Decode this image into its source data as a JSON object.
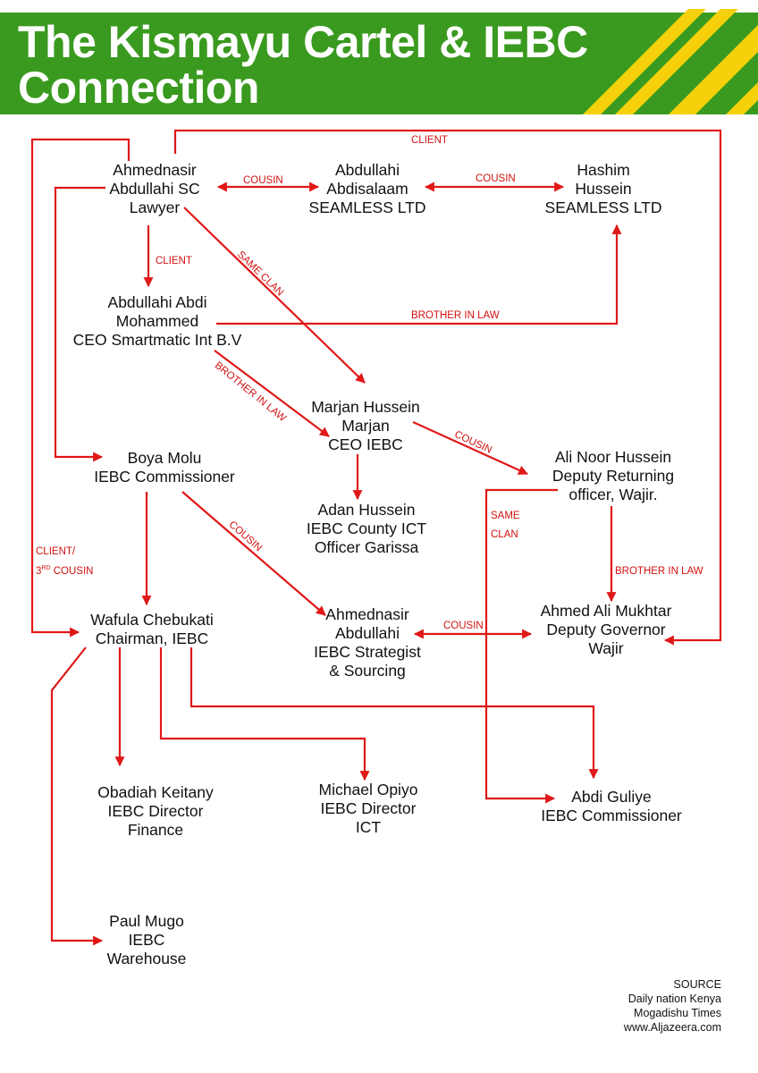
{
  "title": {
    "line1": "The Kismayu Cartel & IEBC",
    "line2": "Connection"
  },
  "colors": {
    "header_green": "#3a9a1f",
    "stripe_yellow": "#f4d10a",
    "link_red": "#e01818",
    "text_white": "#ffffff"
  },
  "nodes": {
    "ahmednasir_sc": [
      "Ahmednasir",
      "Abdullahi SC",
      "Lawyer"
    ],
    "abdullahi_abdisalaam": [
      "Abdullahi",
      "Abdisalaam",
      "SEAMLESS LTD"
    ],
    "hashim_hussein": [
      "Hashim",
      "Hussein",
      "SEAMLESS LTD"
    ],
    "abdullahi_abdi": [
      "Abdullahi Abdi",
      "Mohammed",
      "CEO Smartmatic Int B.V"
    ],
    "marjan_hussein": [
      "Marjan Hussein",
      "Marjan",
      "CEO IEBC"
    ],
    "ali_noor_hussein": [
      "Ali Noor Hussein",
      "Deputy Returning",
      "officer, Wajir."
    ],
    "boya_molu": [
      "Boya Molu",
      "IEBC Commissioner"
    ],
    "adan_hussein": [
      "Adan Hussein",
      "IEBC County ICT",
      "Officer Garissa"
    ],
    "wafula_chebukati": [
      "Wafula Chebukati",
      "Chairman, IEBC"
    ],
    "ahmednasir_abdullahi": [
      "Ahmednasir",
      "Abdullahi",
      "IEBC Strategist",
      "& Sourcing"
    ],
    "ahmed_ali_mukhtar": [
      "Ahmed Ali Mukhtar",
      "Deputy Governor",
      "Wajir"
    ],
    "obadiah_keitany": [
      "Obadiah Keitany",
      "IEBC Director",
      "Finance"
    ],
    "michael_opiyo": [
      "Michael Opiyo",
      "IEBC Director",
      "ICT"
    ],
    "abdi_guliye": [
      "Abdi Guliye",
      "IEBC Commissioner"
    ],
    "paul_mugo": [
      "Paul Mugo",
      "IEBC",
      "Warehouse"
    ]
  },
  "relations": {
    "client_top": "CLIENT",
    "cousin_1": "COUSIN",
    "cousin_2": "COUSIN",
    "client_mid": "CLIENT",
    "same_clan_1": "SAME CLAN",
    "brother_in_law_1": "BROTHER IN LAW",
    "brother_in_law_2": "BROTHER IN LAW",
    "cousin_3": "COUSIN",
    "same_clan_2a": "SAME",
    "same_clan_2b": "CLAN",
    "client_cousin_a": "CLIENT/",
    "client_cousin_b_num": "3",
    "client_cousin_b_sup": "RD",
    "client_cousin_b_rest": " COUSIN",
    "cousin_4": "COUSIN",
    "brother_in_law_3": "BROTHER IN LAW",
    "cousin_5": "COUSIN"
  },
  "source": [
    "SOURCE",
    "Daily nation Kenya",
    "Mogadishu Times",
    "www.Aljazeera.com"
  ]
}
